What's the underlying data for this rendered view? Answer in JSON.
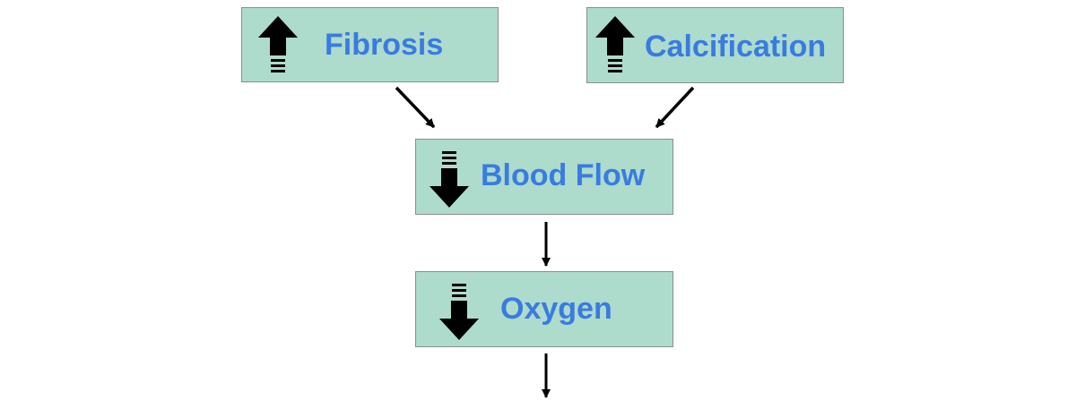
{
  "diagram": {
    "colors": {
      "node_fill": "#addbcc",
      "node_border": "#8a8f8d",
      "label_text": "#3a7be0",
      "icon_fill": "#000000",
      "connector": "#000000"
    },
    "nodes": {
      "fibrosis": {
        "label": "Fibrosis",
        "trend": "increase",
        "trend_icon": "up-arrow-icon"
      },
      "calcification": {
        "label": "Calcification",
        "trend": "increase",
        "trend_icon": "up-arrow-icon"
      },
      "blood_flow": {
        "label": "Blood Flow",
        "trend": "decrease",
        "trend_icon": "down-arrow-icon"
      },
      "oxygen": {
        "label": "Oxygen",
        "trend": "decrease",
        "trend_icon": "down-arrow-icon"
      }
    },
    "edges": [
      {
        "from": "fibrosis",
        "to": "blood_flow"
      },
      {
        "from": "calcification",
        "to": "blood_flow"
      },
      {
        "from": "blood_flow",
        "to": "oxygen"
      },
      {
        "from": "oxygen",
        "to": "continues-below"
      }
    ]
  }
}
